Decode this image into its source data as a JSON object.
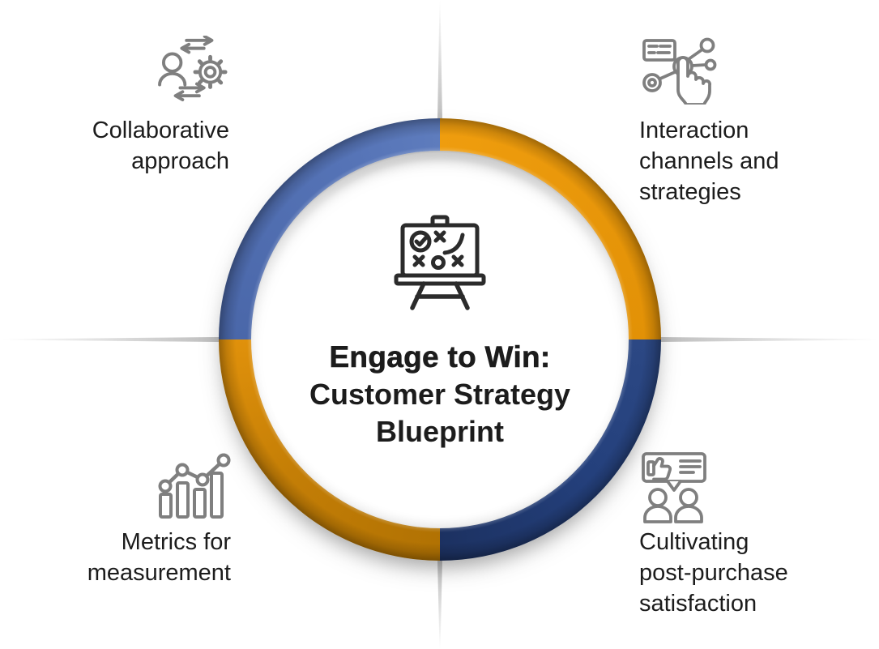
{
  "colors": {
    "background": "#ffffff",
    "text": "#1c1c1c",
    "divider": "#bdbdbd",
    "quadrant_icon": "#7f7f7f",
    "center_icon": "#2b2b2b",
    "arc_top_left": "#5573b6",
    "arc_top_right": "#ef9d0e",
    "arc_bottom_left": "#c47e06",
    "arc_bottom_right": "#24407c"
  },
  "center": {
    "icon": "strategy-board-icon",
    "title_line1": "Engage to Win:",
    "title_rest": "Customer Strategy\nBlueprint"
  },
  "quadrants": [
    {
      "id": "top-left",
      "icon": "people-gear-exchange-icon",
      "label": "Collaborative\napproach"
    },
    {
      "id": "top-right",
      "icon": "interaction-network-tap-icon",
      "label": "Interaction\nchannels and\nstrategies"
    },
    {
      "id": "bottom-left",
      "icon": "bar-chart-trend-icon",
      "label": "Metrics for\nmeasurement"
    },
    {
      "id": "bottom-right",
      "icon": "thumbs-up-conversation-icon",
      "label": "Cultivating\npost-purchase\nsatisfaction"
    }
  ]
}
